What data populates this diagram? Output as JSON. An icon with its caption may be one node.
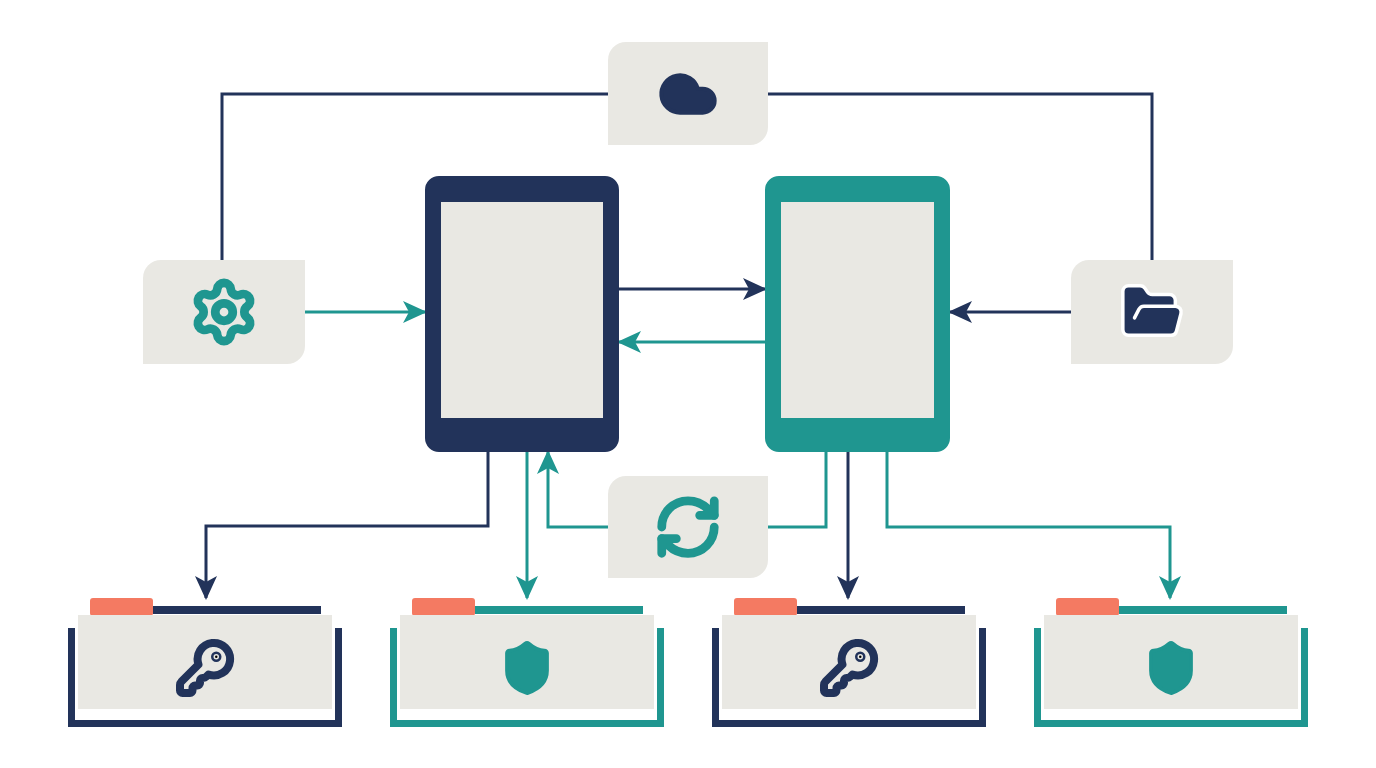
{
  "diagram": {
    "nodes": [
      {
        "text": [],
        "shape": "box"
      },
      {
        "text": [],
        "shape": "box"
      },
      {
        "text": [],
        "shape": "tablet"
      },
      {
        "text": [],
        "shape": "tablet"
      },
      {
        "text": [],
        "shape": "box"
      },
      {
        "text": [],
        "shape": "box"
      },
      {
        "text": [],
        "shape": "folder"
      },
      {
        "text": [],
        "shape": "folder"
      },
      {
        "text": [],
        "shape": "folder"
      },
      {
        "text": [],
        "shape": "folder"
      }
    ],
    "edges": [
      {
        "from": 1,
        "to": 0,
        "arrow": "none"
      },
      {
        "from": 0,
        "to": 4,
        "arrow": "none"
      },
      {
        "from": 1,
        "to": 2,
        "arrow": "to",
        "color": "#1f9690"
      },
      {
        "from": 2,
        "to": 3,
        "arrow": "to"
      },
      {
        "from": 3,
        "to": 2,
        "arrow": "to",
        "color": "#1f9690"
      },
      {
        "from": 4,
        "to": 3,
        "arrow": "to"
      },
      {
        "from": 2,
        "to": 6,
        "arrow": "to"
      },
      {
        "from": 2,
        "to": 7,
        "arrow": "to",
        "color": "#1f9690"
      },
      {
        "from": 5,
        "to": 2,
        "arrow": "to",
        "color": "#1f9690"
      },
      {
        "from": 3,
        "to": 5,
        "arrow": "none",
        "color": "#1f9690"
      },
      {
        "from": 3,
        "to": 8,
        "arrow": "to"
      },
      {
        "from": 3,
        "to": 9,
        "arrow": "to",
        "color": "#1f9690"
      }
    ]
  }
}
